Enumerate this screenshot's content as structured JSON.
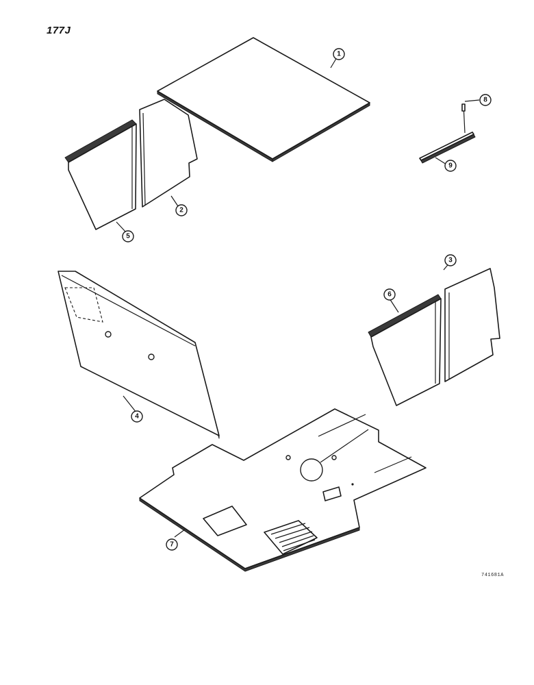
{
  "header": {
    "model": "177J"
  },
  "drawing_number": "741681A",
  "colors": {
    "ink": "#1a1a1a",
    "shade": "#3a3a3a",
    "paper": "#ffffff"
  },
  "parts": [
    {
      "id": "part-1",
      "callout": "1",
      "description": "roof panel"
    },
    {
      "id": "part-2",
      "callout": "2",
      "description": "side panel"
    },
    {
      "id": "part-3",
      "callout": "3",
      "description": "side panel"
    },
    {
      "id": "part-4",
      "callout": "4",
      "description": "rear panel"
    },
    {
      "id": "part-5",
      "callout": "5",
      "description": "side panel"
    },
    {
      "id": "part-6",
      "callout": "6",
      "description": "side panel"
    },
    {
      "id": "part-7",
      "callout": "7",
      "description": "floor mat"
    },
    {
      "id": "part-8",
      "callout": "8",
      "description": "fastener"
    },
    {
      "id": "part-9",
      "callout": "9",
      "description": "retainer strip"
    }
  ]
}
